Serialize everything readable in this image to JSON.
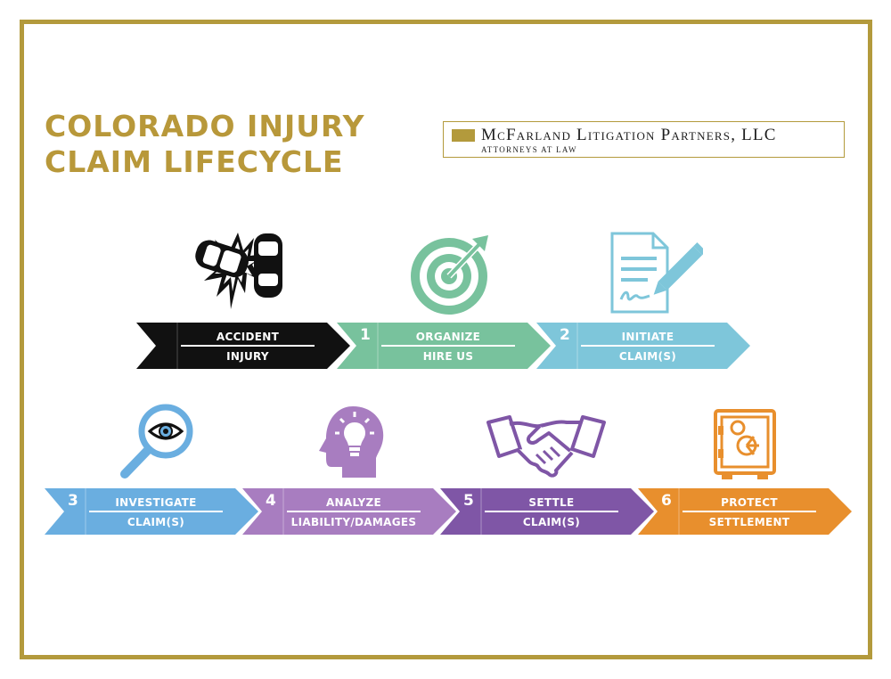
{
  "title": {
    "line1": "COLORADO INJURY",
    "line2": "CLAIM LIFECYCLE"
  },
  "logo": {
    "name": "McFarland Litigation Partners, LLC",
    "subtitle": "ATTORNEYS AT LAW"
  },
  "steps": [
    {
      "number": "",
      "line1": "ACCIDENT",
      "line2": "INJURY",
      "color": "#111111",
      "icon": "car-crash-icon"
    },
    {
      "number": "1",
      "line1": "ORGANIZE",
      "line2": "HIRE US",
      "color": "#78c29d",
      "icon": "target-icon"
    },
    {
      "number": "2",
      "line1": "INITIATE",
      "line2": "CLAIM(S)",
      "color": "#7ec6da",
      "icon": "document-pen-icon"
    },
    {
      "number": "3",
      "line1": "INVESTIGATE",
      "line2": "CLAIM(S)",
      "color": "#6aaee0",
      "icon": "magnifier-eye-icon"
    },
    {
      "number": "4",
      "line1": "ANALYZE",
      "line2": "LIABILITY/DAMAGES",
      "color": "#a87dc0",
      "icon": "head-lightbulb-icon"
    },
    {
      "number": "5",
      "line1": "SETTLE",
      "line2": "CLAIM(S)",
      "color": "#7f56a6",
      "icon": "handshake-icon"
    },
    {
      "number": "6",
      "line1": "PROTECT",
      "line2": "SETTLEMENT",
      "color": "#e88f2d",
      "icon": "safe-icon"
    }
  ],
  "colors": {
    "border": "#b39a3c",
    "title": "#b8983a"
  }
}
